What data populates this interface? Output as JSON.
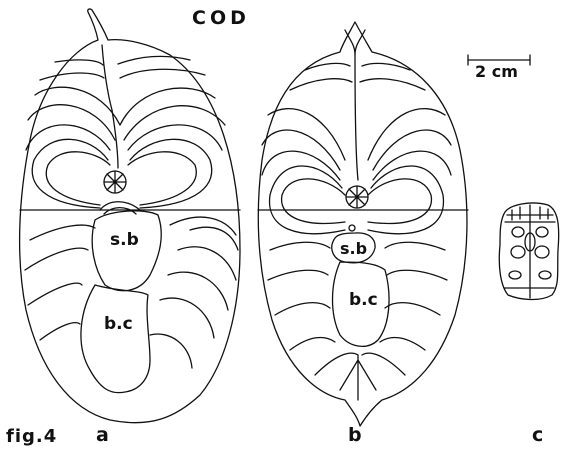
{
  "figure": {
    "title": "COD",
    "scale_bar_label": "2 cm",
    "figure_label": "fig.4",
    "panels": [
      {
        "id": "a",
        "labels": [
          "s.b",
          "b.c"
        ]
      },
      {
        "id": "b",
        "labels": [
          "s.b",
          "b.c"
        ]
      },
      {
        "id": "c",
        "labels": []
      }
    ]
  }
}
